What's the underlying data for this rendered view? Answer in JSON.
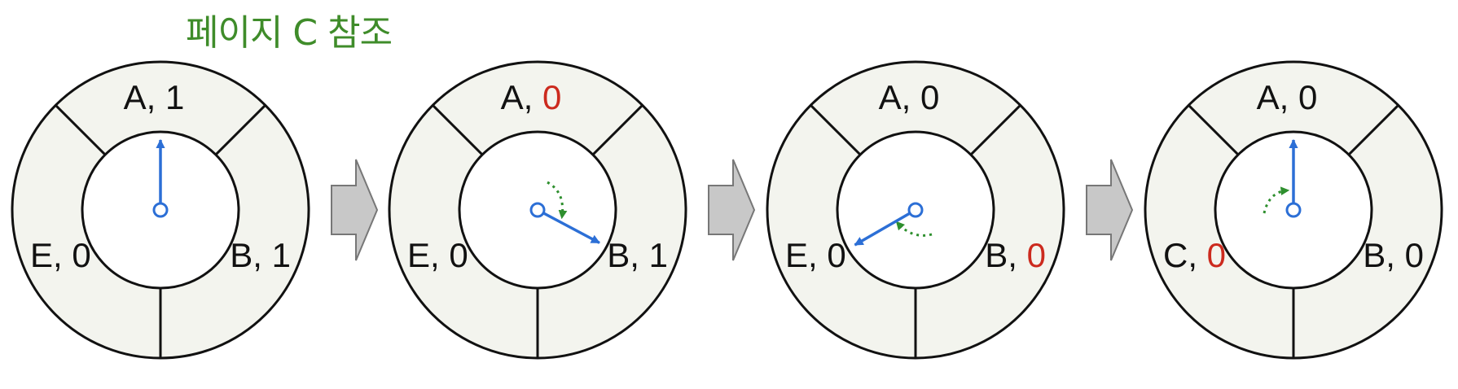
{
  "title": "페이지 C 참조",
  "colors": {
    "title": "#3f8c2a",
    "ring_fill": "#f3f4ee",
    "stroke": "#111111",
    "hand": "#2c6fd6",
    "rotation": "#2e8f2e",
    "label": "#111111",
    "changed": "#cc2a1e",
    "arrow_fill": "#c8c8c8",
    "arrow_stroke": "#777777"
  },
  "steps": [
    {
      "hand": "A",
      "rotation": null,
      "slots": {
        "top": {
          "page": "A",
          "bit": "1",
          "changed": false
        },
        "right": {
          "page": "B",
          "bit": "1",
          "changed": false
        },
        "left": {
          "page": "E",
          "bit": "0",
          "changed": false
        }
      }
    },
    {
      "hand": "B",
      "rotation": "cw-top",
      "slots": {
        "top": {
          "page": "A",
          "bit": "0",
          "changed": true
        },
        "right": {
          "page": "B",
          "bit": "1",
          "changed": false
        },
        "left": {
          "page": "E",
          "bit": "0",
          "changed": false
        }
      }
    },
    {
      "hand": "E",
      "rotation": "cw-bottom",
      "slots": {
        "top": {
          "page": "A",
          "bit": "0",
          "changed": false
        },
        "right": {
          "page": "B",
          "bit": "0",
          "changed": true
        },
        "left": {
          "page": "E",
          "bit": "0",
          "changed": false
        }
      }
    },
    {
      "hand": "A",
      "rotation": "cw-left",
      "slots": {
        "top": {
          "page": "A",
          "bit": "0",
          "changed": false
        },
        "right": {
          "page": "B",
          "bit": "0",
          "changed": false
        },
        "left": {
          "page": "C",
          "bit": "0",
          "changed": true
        }
      }
    }
  ]
}
